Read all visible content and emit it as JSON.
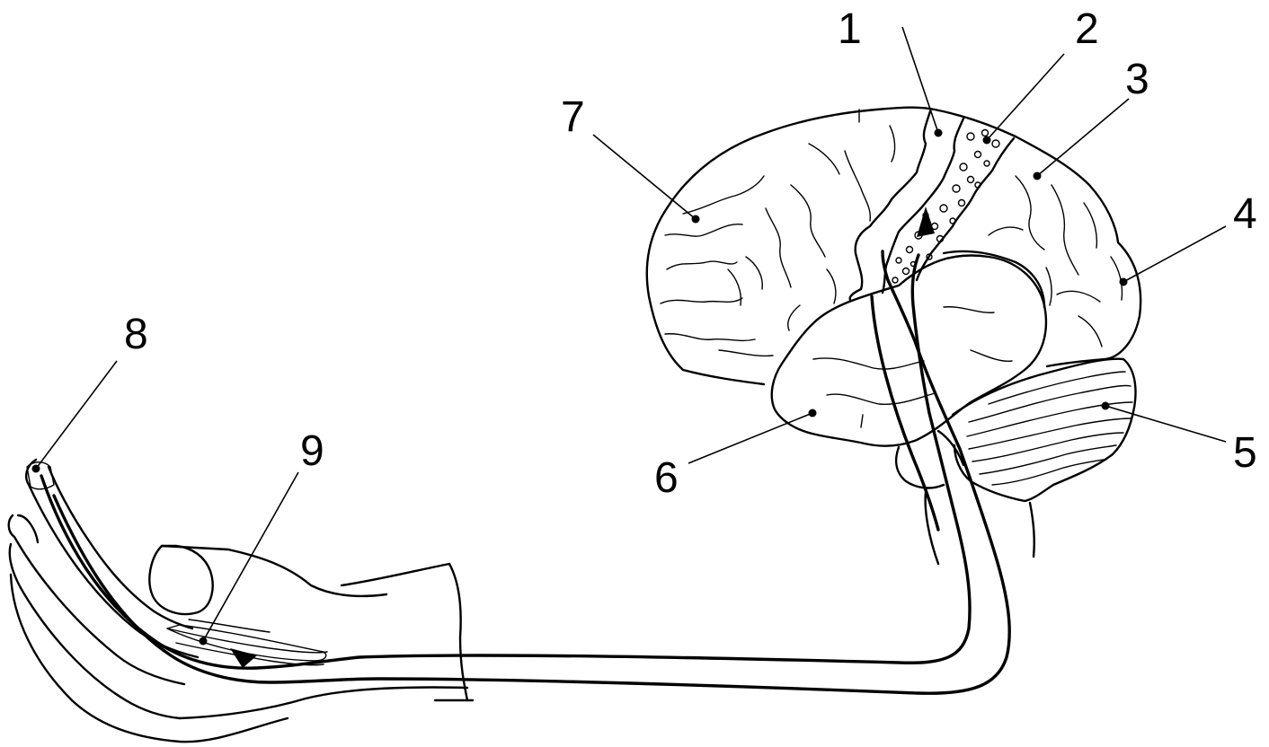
{
  "figure": {
    "labels": {
      "l1": "1",
      "l2": "2",
      "l3": "3",
      "l4": "4",
      "l5": "5",
      "l6": "6",
      "l7": "7",
      "l8": "8",
      "l9": "9"
    },
    "colors": {
      "stroke": "#000000",
      "background": "#ffffff"
    }
  }
}
